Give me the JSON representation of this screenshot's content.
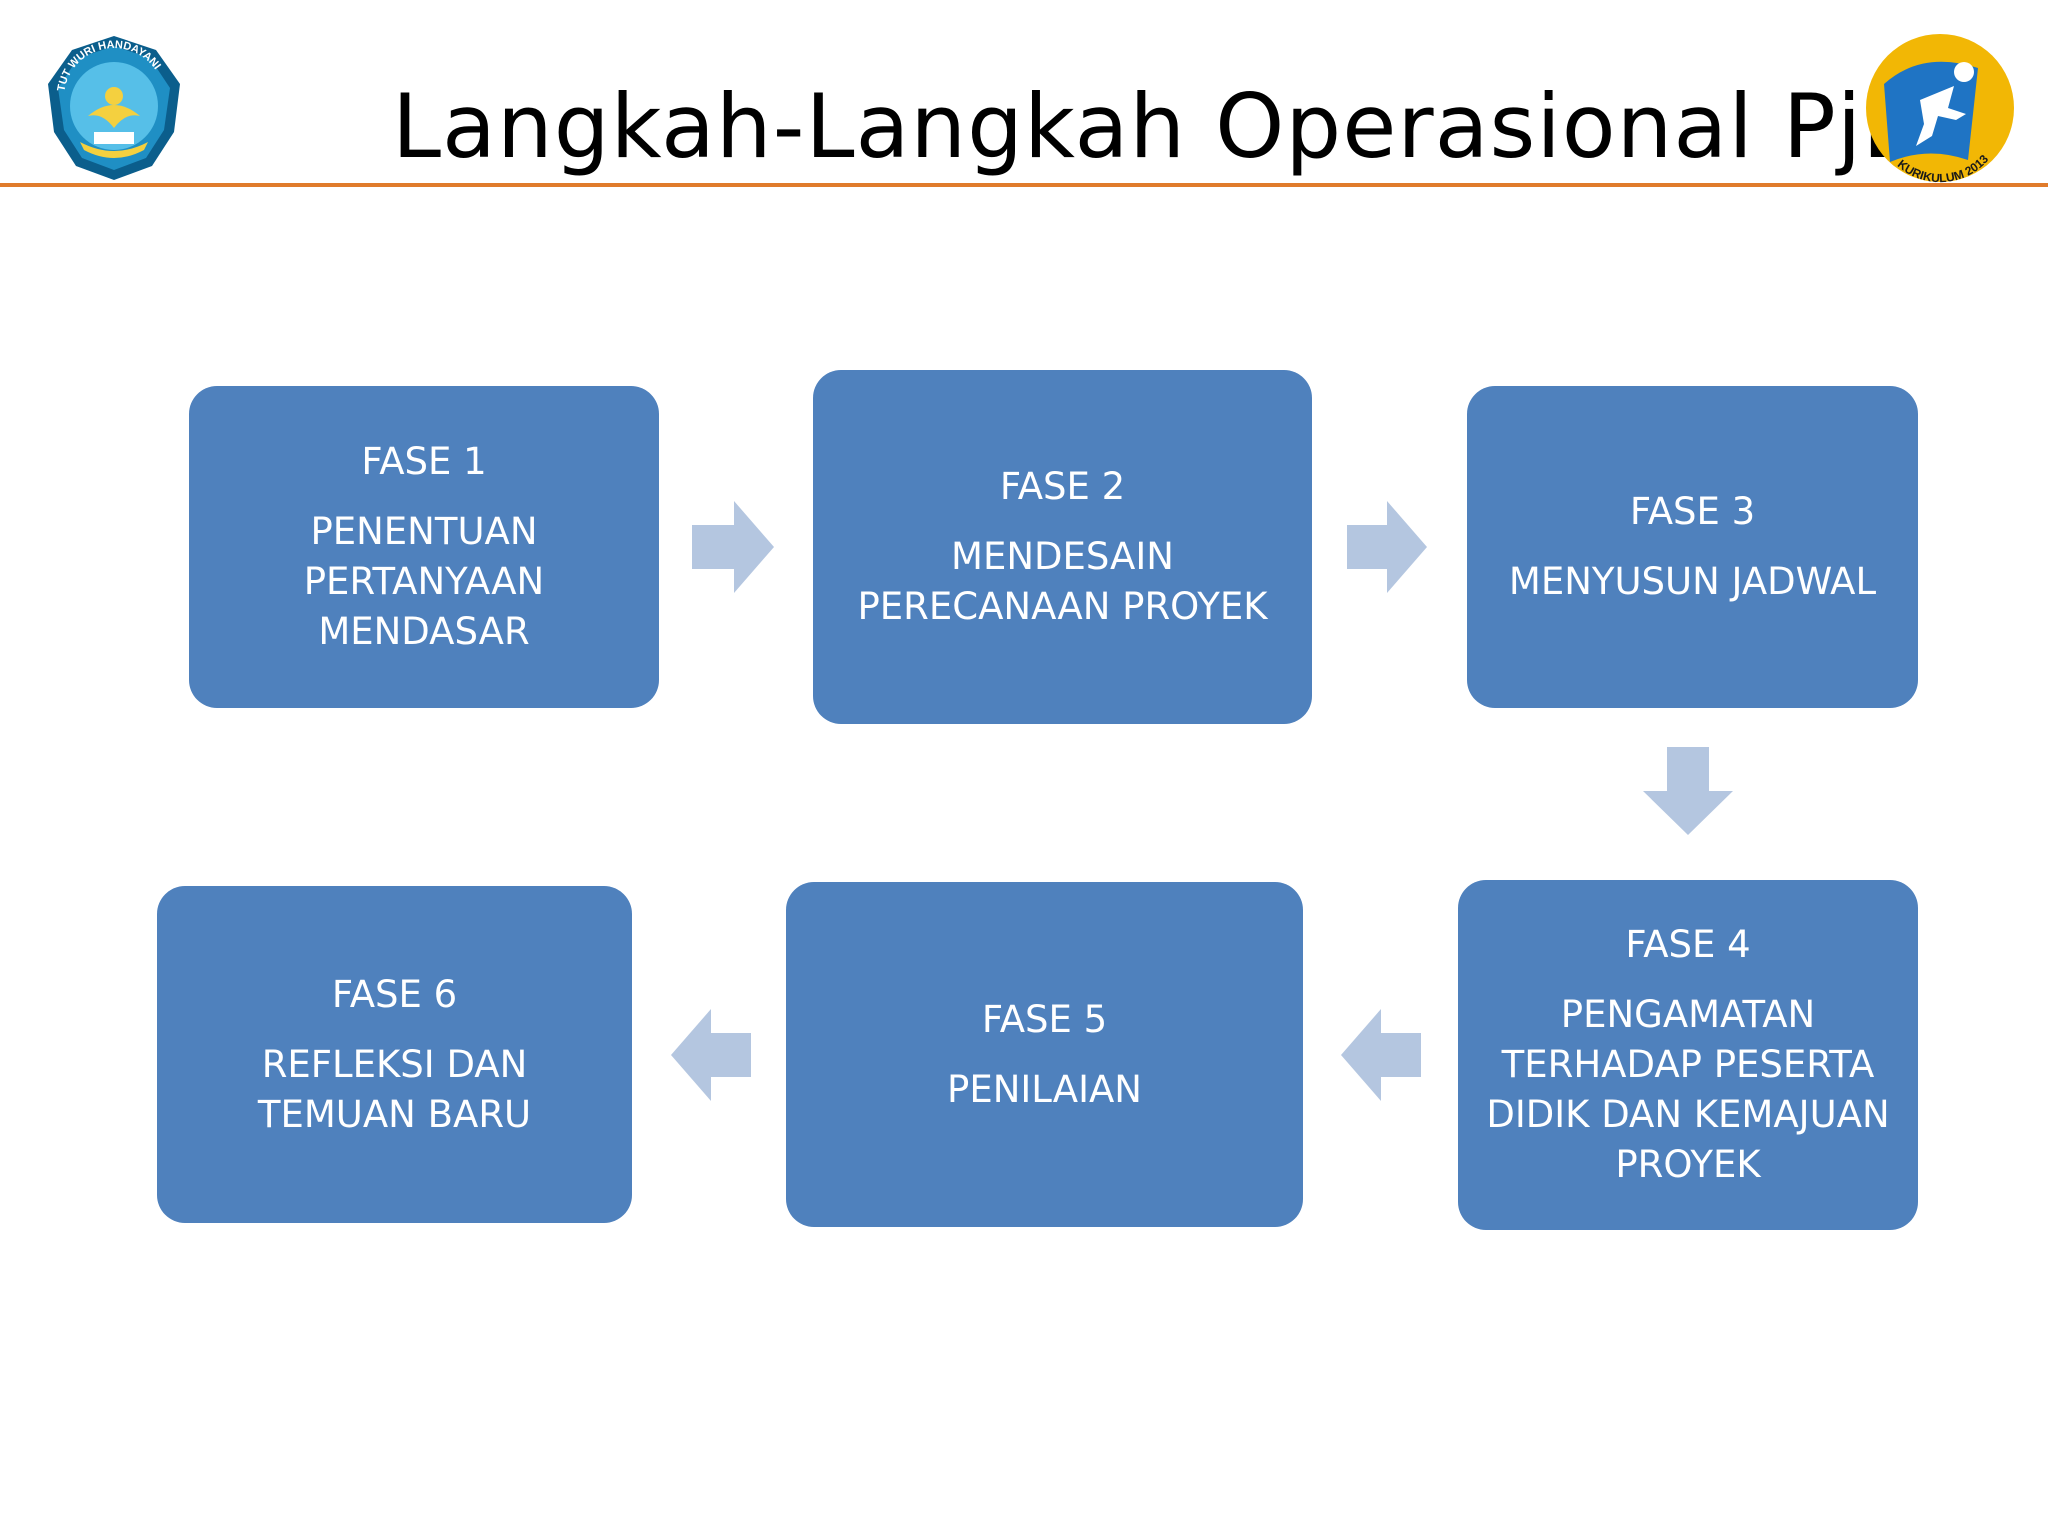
{
  "title": "Langkah-Langkah Operasional PjBL",
  "colors": {
    "box": "#4F81BD",
    "arrow": "#B4C6E0",
    "rule": "#E07B2B"
  },
  "logos": {
    "left": {
      "icon": "tut-wuri-handayani-emblem",
      "text": "TUT WURI HANDAYANI"
    },
    "right": {
      "icon": "kurikulum-2013-logo",
      "text": "KURIKULUM 2013"
    }
  },
  "phases": [
    {
      "label": "FASE 1",
      "lines": [
        "PENENTUAN",
        "PERTANYAAN",
        "MENDASAR"
      ]
    },
    {
      "label": "FASE 2",
      "lines": [
        "MENDESAIN",
        "PERECANAAN PROYEK"
      ]
    },
    {
      "label": "FASE 3",
      "lines": [
        "MENYUSUN JADWAL"
      ]
    },
    {
      "label": "FASE 4",
      "lines": [
        "PENGAMATAN",
        "TERHADAP PESERTA",
        "DIDIK DAN KEMAJUAN",
        "PROYEK"
      ]
    },
    {
      "label": "FASE 5",
      "lines": [
        "PENILAIAN"
      ]
    },
    {
      "label": "FASE 6",
      "lines": [
        "REFLEKSI DAN",
        "TEMUAN BARU"
      ]
    }
  ],
  "arrows": [
    {
      "icon": "arrow-right-icon"
    },
    {
      "icon": "arrow-right-icon"
    },
    {
      "icon": "arrow-down-icon"
    },
    {
      "icon": "arrow-left-icon"
    },
    {
      "icon": "arrow-left-icon"
    }
  ]
}
